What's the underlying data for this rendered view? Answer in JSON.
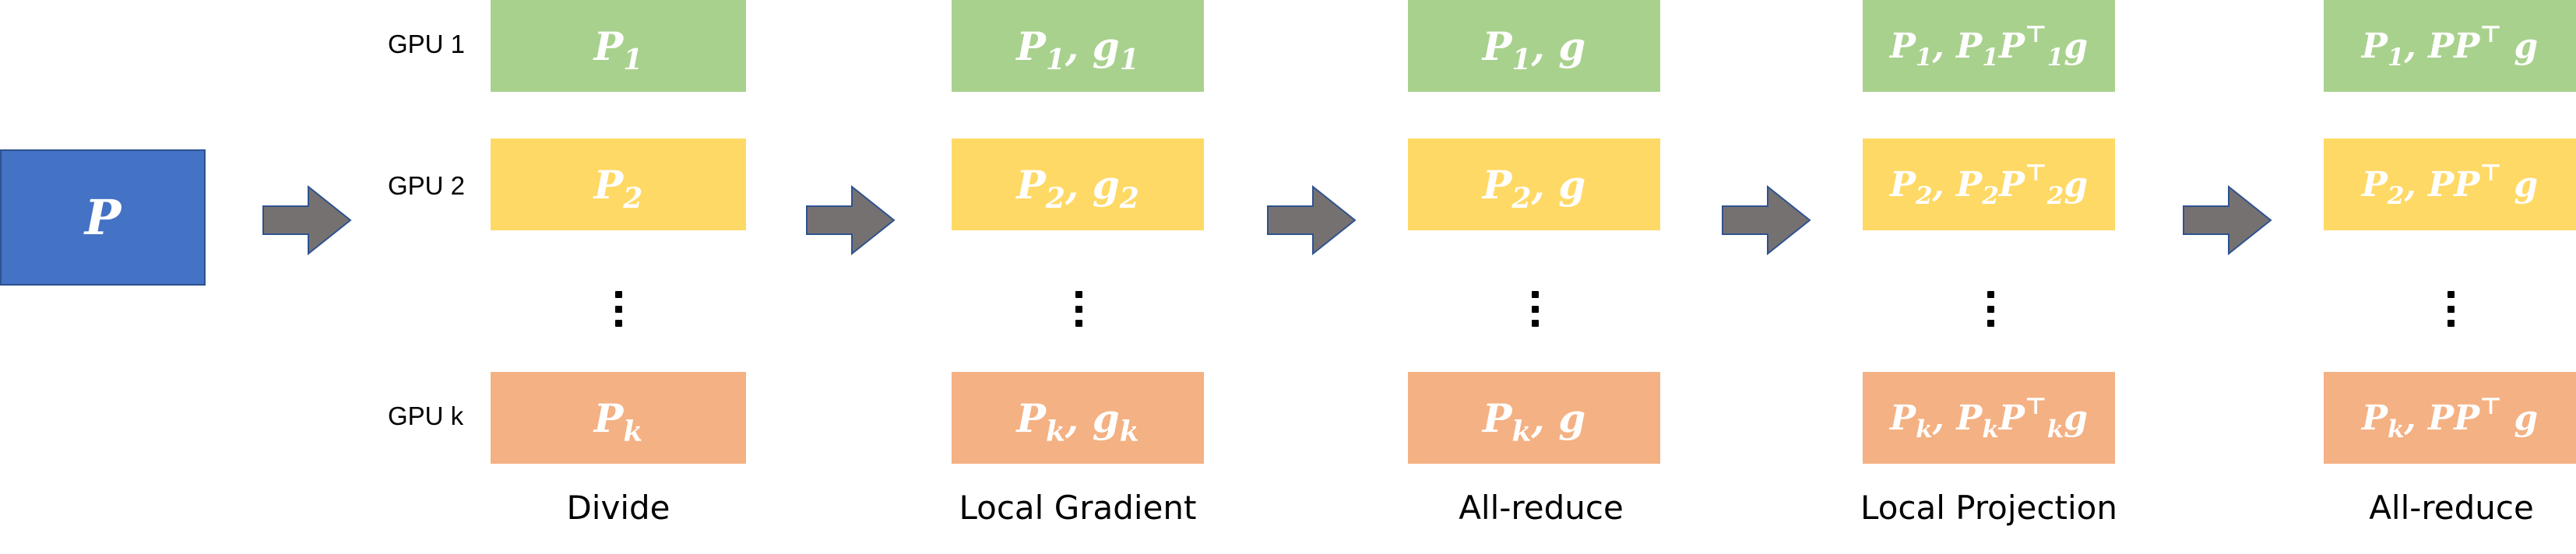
{
  "source_block": {
    "label": "P"
  },
  "gpu_labels": [
    "GPU 1",
    "GPU 2",
    "GPU k"
  ],
  "stages": [
    {
      "name": "Divide",
      "rows": [
        {
          "parts": [
            [
              "m",
              "P"
            ],
            [
              "sub",
              "1"
            ]
          ]
        },
        {
          "parts": [
            [
              "m",
              "P"
            ],
            [
              "sub",
              "2"
            ]
          ]
        },
        {
          "parts": [
            [
              "m",
              "P"
            ],
            [
              "sub",
              "k"
            ]
          ]
        }
      ]
    },
    {
      "name": "Local Gradient",
      "rows": [
        {
          "parts": [
            [
              "m",
              "P"
            ],
            [
              "sub",
              "1"
            ],
            [
              "m",
              ", g"
            ],
            [
              "sub",
              "1"
            ]
          ]
        },
        {
          "parts": [
            [
              "m",
              "P"
            ],
            [
              "sub",
              "2"
            ],
            [
              "m",
              ", g"
            ],
            [
              "sub",
              "2"
            ]
          ]
        },
        {
          "parts": [
            [
              "m",
              "P"
            ],
            [
              "sub",
              "k"
            ],
            [
              "m",
              ", g"
            ],
            [
              "sub",
              "k"
            ]
          ]
        }
      ]
    },
    {
      "name": "All-reduce",
      "rows": [
        {
          "parts": [
            [
              "m",
              "P"
            ],
            [
              "sub",
              "1"
            ],
            [
              "m",
              ", g"
            ]
          ]
        },
        {
          "parts": [
            [
              "m",
              "P"
            ],
            [
              "sub",
              "2"
            ],
            [
              "m",
              ", g"
            ]
          ]
        },
        {
          "parts": [
            [
              "m",
              "P"
            ],
            [
              "sub",
              "k"
            ],
            [
              "m",
              ", g"
            ]
          ]
        }
      ]
    },
    {
      "name": "Local Projection",
      "rows": [
        {
          "parts": [
            [
              "m",
              "P"
            ],
            [
              "sub",
              "1"
            ],
            [
              "m",
              ", P"
            ],
            [
              "sub",
              "1"
            ],
            [
              "m",
              "P"
            ],
            [
              "sup",
              "⊤"
            ],
            [
              "sub",
              "1"
            ],
            [
              "m",
              "g"
            ]
          ]
        },
        {
          "parts": [
            [
              "m",
              "P"
            ],
            [
              "sub",
              "2"
            ],
            [
              "m",
              ", P"
            ],
            [
              "sub",
              "2"
            ],
            [
              "m",
              "P"
            ],
            [
              "sup",
              "⊤"
            ],
            [
              "sub",
              "2"
            ],
            [
              "m",
              "g"
            ]
          ]
        },
        {
          "parts": [
            [
              "m",
              "P"
            ],
            [
              "sub",
              "k"
            ],
            [
              "m",
              ", P"
            ],
            [
              "sub",
              "k"
            ],
            [
              "m",
              "P"
            ],
            [
              "sup",
              "⊤"
            ],
            [
              "sub",
              "k"
            ],
            [
              "m",
              "g"
            ]
          ]
        }
      ]
    },
    {
      "name": "All-reduce",
      "rows": [
        {
          "parts": [
            [
              "m",
              "P"
            ],
            [
              "sub",
              "1"
            ],
            [
              "m",
              ", PP"
            ],
            [
              "sup",
              "⊤"
            ],
            [
              "m",
              " g"
            ]
          ]
        },
        {
          "parts": [
            [
              "m",
              "P"
            ],
            [
              "sub",
              "2"
            ],
            [
              "m",
              ", PP"
            ],
            [
              "sup",
              "⊤"
            ],
            [
              "m",
              " g"
            ]
          ]
        },
        {
          "parts": [
            [
              "m",
              "P"
            ],
            [
              "sub",
              "k"
            ],
            [
              "m",
              ", PP"
            ],
            [
              "sup",
              "⊤"
            ],
            [
              "m",
              " g"
            ]
          ]
        }
      ]
    }
  ],
  "colors": {
    "source": "#4472c4",
    "row_gpu1": "#a9d18e",
    "row_gpu2": "#ffd966",
    "row_gpuk": "#f4b183",
    "arrow_fill": "#767171",
    "arrow_stroke": "#2f528f"
  }
}
